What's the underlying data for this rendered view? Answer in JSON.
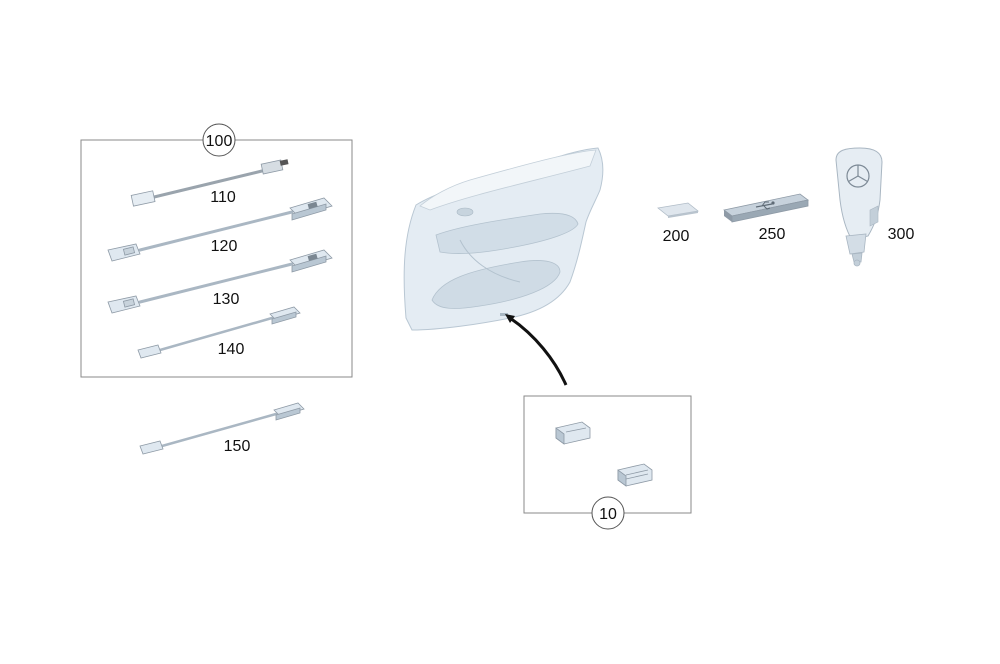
{
  "diagram": {
    "group_box_1": {
      "number": "100"
    },
    "group_box_2": {
      "number": "10"
    },
    "parts": [
      {
        "id": "cable-110",
        "number": "110",
        "icon": "usb-cable-icon"
      },
      {
        "id": "cable-120",
        "number": "120",
        "icon": "usb-cable-icon"
      },
      {
        "id": "cable-130",
        "number": "130",
        "icon": "usb-cable-icon"
      },
      {
        "id": "cable-140",
        "number": "140",
        "icon": "usb-cable-icon"
      },
      {
        "id": "cable-150",
        "number": "150",
        "icon": "usb-cable-icon"
      },
      {
        "id": "card-200",
        "number": "200",
        "icon": "memory-card-icon"
      },
      {
        "id": "stick-250",
        "number": "250",
        "icon": "usb-stick-icon"
      },
      {
        "id": "charger-300",
        "number": "300",
        "icon": "car-charger-icon"
      }
    ],
    "door_panel": {
      "icon": "door-panel-icon"
    },
    "colors": {
      "part_fill": "#dbe6ef",
      "part_shade": "#b9c7d3",
      "cable_stroke": "#a9b6c2",
      "frame_stroke": "#8a8a8a"
    }
  }
}
